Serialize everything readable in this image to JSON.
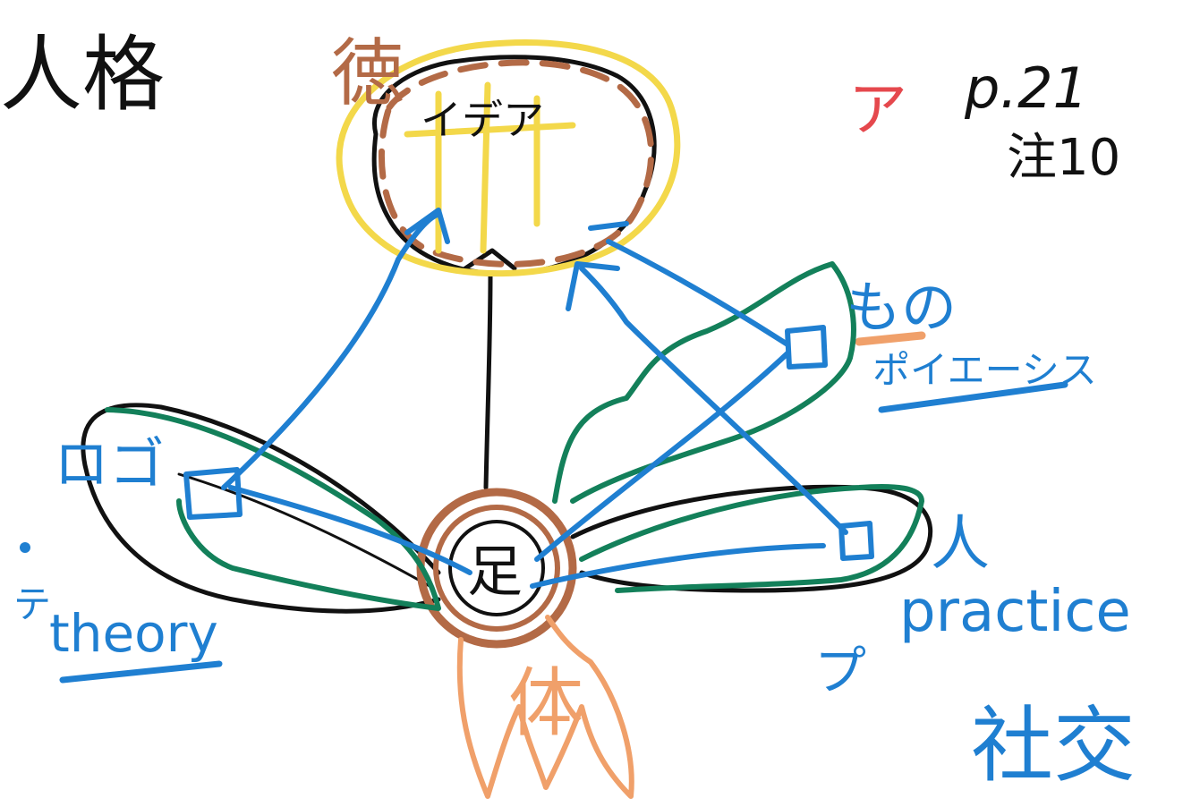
{
  "colors": {
    "black": "#111111",
    "blue": "#1f7fd1",
    "green": "#13805a",
    "brown": "#b36a46",
    "orange": "#f0a06a",
    "yellow": "#f3d84a",
    "red": "#e5484d"
  },
  "labels": {
    "title": "人格",
    "top_left": "徳",
    "top_center": "イデア",
    "top_right_mark": "ア",
    "page_ref": "p.21",
    "note_ref": "注10",
    "left_petal": "ロゴ",
    "left_sub": "テ",
    "theory": "theory",
    "right_top_a": "もの",
    "right_top_b": "ポイエーシス",
    "right_bottom_a": "人",
    "practice": "practice",
    "pra_prefix": "プ",
    "society": "社交",
    "center": "足",
    "body": "体"
  }
}
